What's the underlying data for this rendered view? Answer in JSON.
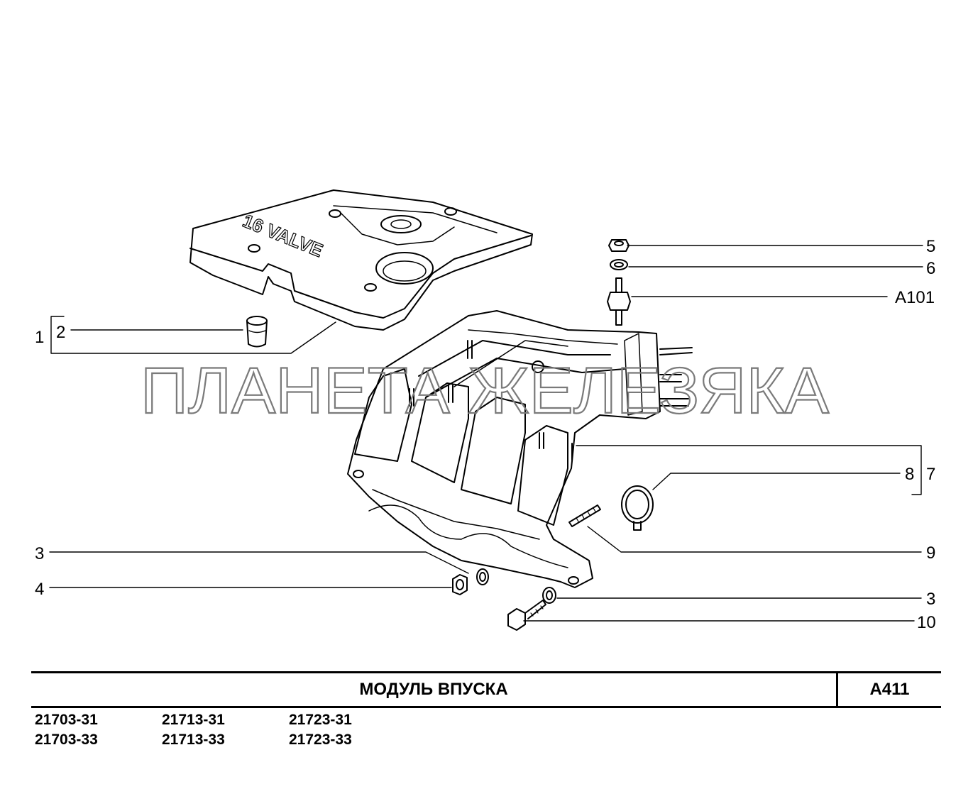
{
  "watermark": "ПЛАНЕТА ЖЕЛЕЗЯКА",
  "cover_text": "16 VALVE",
  "callouts": {
    "c1": "1",
    "c2": "2",
    "c3_left": "3",
    "c4": "4",
    "c5": "5",
    "c6": "6",
    "a101": "A101",
    "c7": "7",
    "c8": "8",
    "c9": "9",
    "c3_right": "3",
    "c10": "10"
  },
  "title_block": {
    "title": "МОДУЛЬ  ВПУСКА",
    "code": "A411"
  },
  "models": {
    "col1": [
      "21703-31",
      "21703-33"
    ],
    "col2": [
      "21713-31",
      "21713-33"
    ],
    "col3": [
      "21723-31",
      "21723-33"
    ]
  }
}
